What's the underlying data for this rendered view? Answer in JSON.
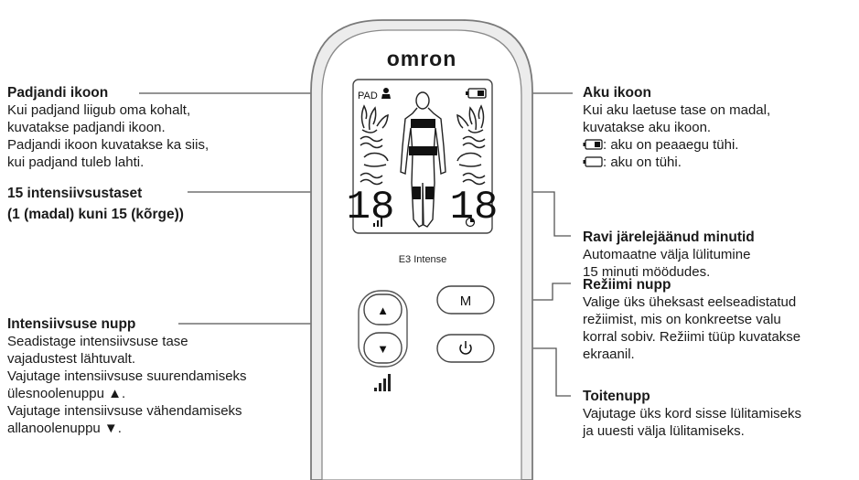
{
  "device": {
    "brand": "omron",
    "model": "E3 Intense",
    "lcd": {
      "pad_label": "PAD",
      "left_digits": "18",
      "right_digits": "18"
    },
    "buttons": {
      "mode": "M",
      "up": "▲",
      "down": "▼"
    }
  },
  "callouts": {
    "pad_icon": {
      "title": "Padjandi ikoon",
      "lines": [
        "Kui padjand liigub oma kohalt,",
        "kuvatakse padjandi ikoon.",
        "Padjandi ikoon kuvatakse ka siis,",
        "kui padjand tuleb lahti."
      ]
    },
    "intensity_levels": {
      "title": "15 intensiivsustaset",
      "subtitle": "(1 (madal) kuni 15 (kõrge))"
    },
    "intensity_button": {
      "title": "Intensiivsuse nupp",
      "lines": [
        "Seadistage intensiivsuse tase",
        "vajadustest lähtuvalt.",
        "Vajutage intensiivsuse suurendamiseks",
        "ülesnoolenuppu ▲.",
        "Vajutage intensiivsuse vähendamiseks",
        "allanoolenuppu ▼."
      ]
    },
    "battery_icon": {
      "title": "Aku ikoon",
      "lines": [
        "Kui aku laetuse tase on madal,",
        "kuvatakse aku ikoon."
      ],
      "low": ": aku on peaaegu tühi.",
      "empty": ": aku on tühi."
    },
    "remaining_minutes": {
      "title": "Ravi järelejäänud minutid",
      "lines": [
        "Automaatne välja lülitumine",
        "15 minuti möödudes."
      ]
    },
    "mode_button": {
      "title": "Režiimi nupp",
      "lines": [
        "Valige üks üheksast eelseadistatud",
        "režiimist, mis on konkreetse valu",
        "korral sobiv. Režiimi tüüp kuvatakse",
        "ekraanil."
      ]
    },
    "power_button": {
      "title": "Toitenupp",
      "lines": [
        "Vajutage üks kord sisse lülitamiseks",
        "ja uuesti välja lülitamiseks."
      ]
    }
  }
}
